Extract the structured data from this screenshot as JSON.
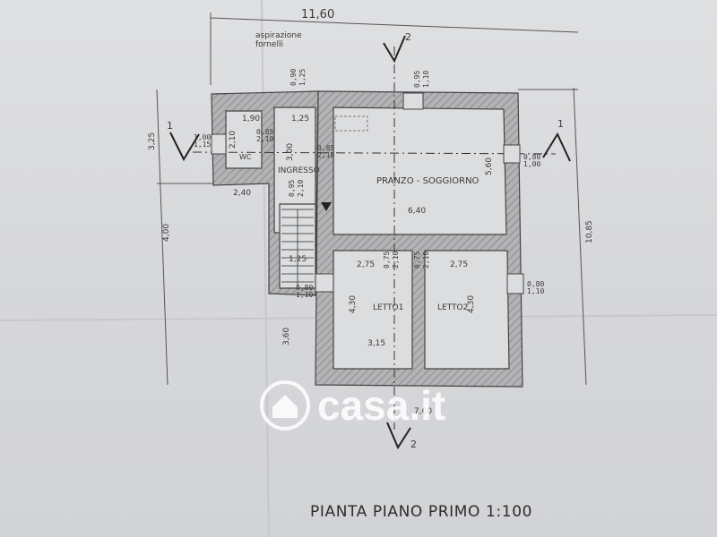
{
  "drawing": {
    "title": "PIANTA PIANO PRIMO 1:100",
    "watermark_brand": "casa.it",
    "rooms": {
      "ingresso": "INGRESSO",
      "wc": "WC",
      "pranzo": "PRANZO - SOGGIORNO",
      "letto1": "LETTO1",
      "letto2": "LETTO2"
    },
    "annotation_aspirazione": "aspirazione\nfornelli",
    "section_marks": {
      "s1_left": "1",
      "s1_right": "1",
      "s2_top": "2",
      "s2_bottom": "2"
    },
    "dimensions": {
      "overall_width": "11,60",
      "overall_height": "10,85",
      "left_325": "3,25",
      "left_400": "4,00",
      "left_360": "3,60",
      "d_240": "2,40",
      "d_190": "1,90",
      "d_210_wc": "2,10",
      "d_125_top": "1,25",
      "d_125_stair": "1,25",
      "d_300": "3,00",
      "d_640": "6,40",
      "d_560": "5,60",
      "d_275_l": "2,75",
      "d_275_r": "2,75",
      "d_430_l": "4,30",
      "d_430_r": "4,30",
      "d_315": "3,15",
      "d_760": "7,60",
      "o_100_115_a": "1,00",
      "o_100_115_b": "1,15",
      "o_085_210_a": "0,85",
      "o_085_210_b": "2,10",
      "o_090_125_a": "0,90",
      "o_090_125_b": "1,25",
      "o_095_110_a": "0,95",
      "o_095_110_b": "1,10",
      "o_085_210_c": "0,85",
      "o_085_210_d": "2,10",
      "o_080_100_a": "0,80",
      "o_080_100_b": "1,00",
      "o_095_210_a": "0,95",
      "o_095_210_b": "2,10",
      "o_075_210_a": "0,75",
      "o_075_210_b": "2,10",
      "o_075_210_c": "0,75",
      "o_075_210_d": "2,10",
      "o_080_110_a": "0,80",
      "o_080_110_b": "1,10",
      "o_080_110_c": "0,80",
      "o_080_110_d": "1,10"
    }
  },
  "colors": {
    "paper": "#dcdddf",
    "ink": "#3a3a3a",
    "wall_fill": "#a9a9ab"
  }
}
